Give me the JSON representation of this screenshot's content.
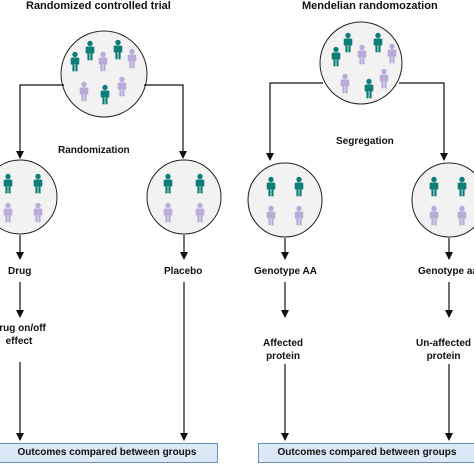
{
  "colors": {
    "teal": "#0d7d78",
    "lavender": "#b9abd8",
    "circle_fill": "#f2f2f2",
    "outcome_fill": "#dbe8f6",
    "outcome_border": "#6a8fbd"
  },
  "icon_names": [
    "person-icon-teal",
    "person-icon-lavender"
  ],
  "left": {
    "title": "Randomized controlled trial",
    "split_label": "Randomization",
    "arm_a": {
      "step1": "Drug",
      "step2_line1": "Drug on/off",
      "step2_line2": "effect"
    },
    "arm_b": {
      "step1": "Placebo"
    },
    "outcome": "Outcomes compared between groups"
  },
  "right": {
    "title": "Mendelian randomozation",
    "split_label": "Segregation",
    "arm_a": {
      "step1": "Genotype AA",
      "step2_line1": "Affected",
      "step2_line2": "protein"
    },
    "arm_b": {
      "step1": "Genotype aa",
      "step2_line1": "Un-affected",
      "step2_line2": "protein"
    },
    "outcome": "Outcomes compared between groups"
  }
}
